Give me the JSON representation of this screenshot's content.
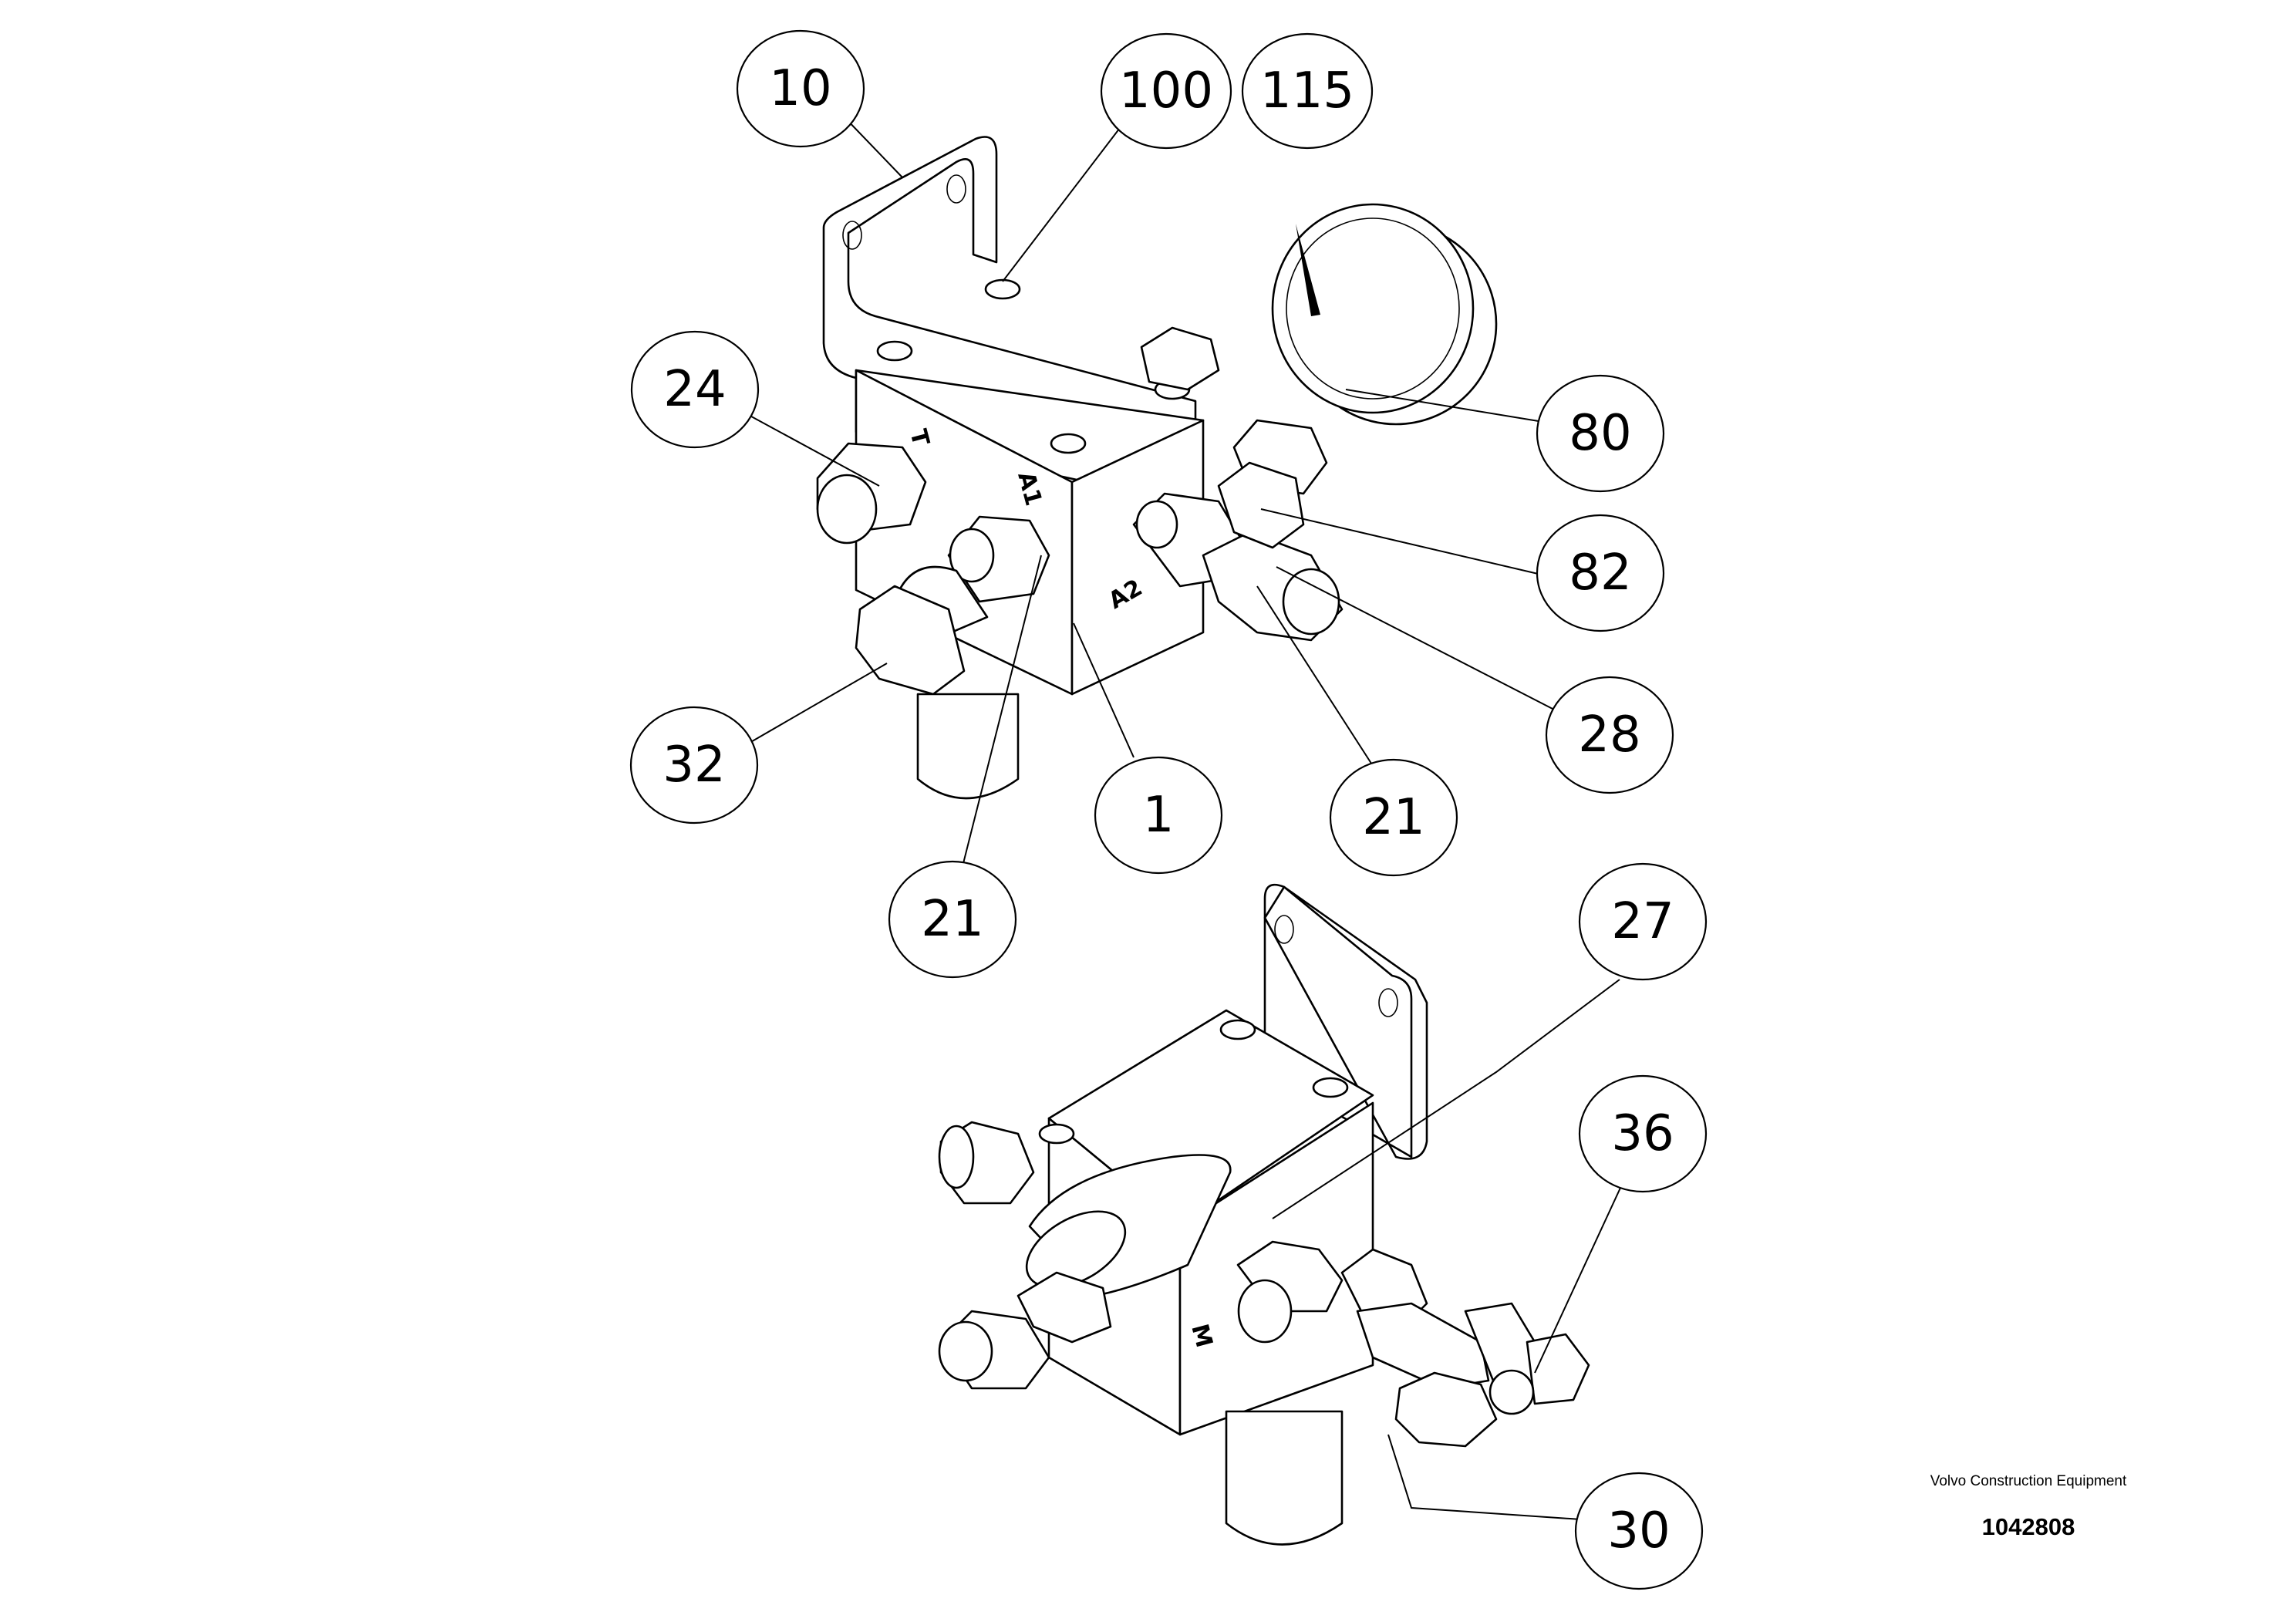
{
  "balloons": [
    "10",
    "100",
    "115",
    "24",
    "80",
    "82",
    "28",
    "32",
    "1",
    "21",
    "21",
    "27",
    "36",
    "30"
  ],
  "port_labels": [
    "T",
    "A1",
    "A2",
    "M"
  ],
  "caption": {
    "company": "Volvo Construction Equipment",
    "drawing_number": "1042808"
  }
}
